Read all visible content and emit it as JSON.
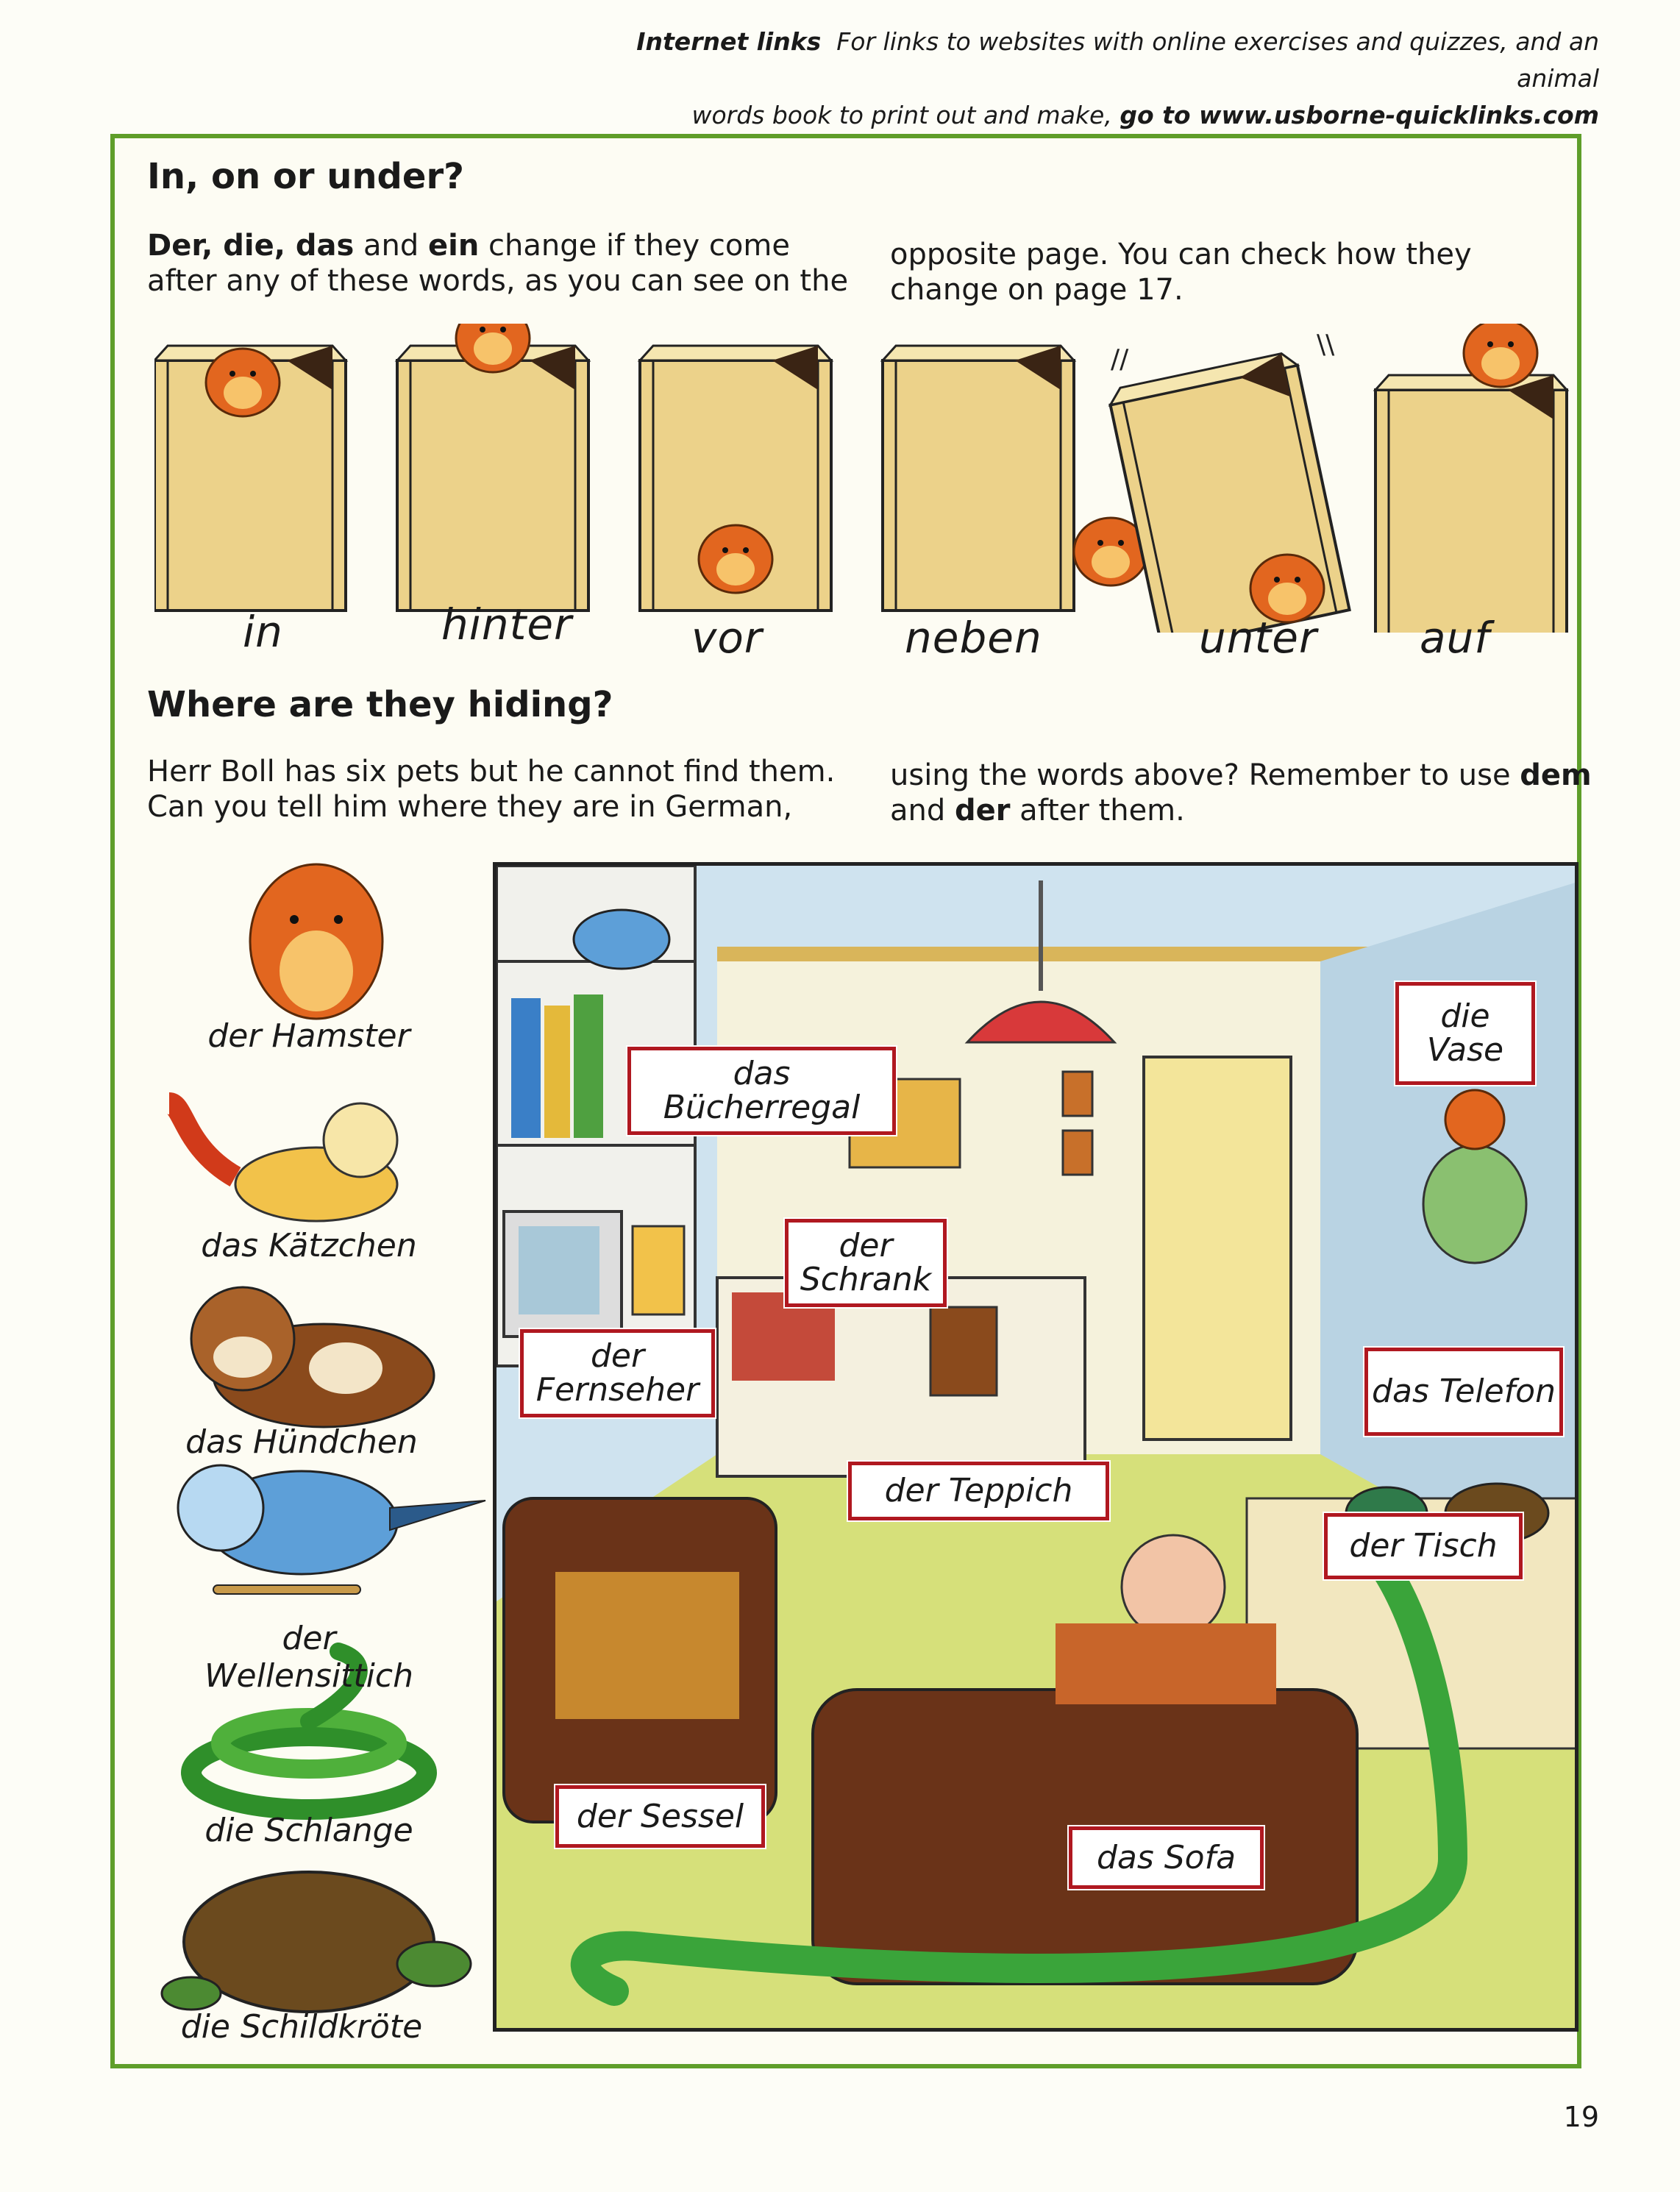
{
  "header": {
    "label": "Internet links",
    "line1": "For links to websites with online exercises and quizzes, and an animal",
    "line2": "words book to print out and make,",
    "line2_bold": "go to www.usborne-quicklinks.com"
  },
  "section1": {
    "title": "In, on or under?",
    "para_left_b1": "Der, die, das",
    "para_left_t1": " and ",
    "para_left_b2": "ein",
    "para_left_t2": " change if they come after any of these words, as you can see on the",
    "para_right": "opposite page. You can check how they change on page 17."
  },
  "prepositions": [
    "in",
    "hinter",
    "vor",
    "neben",
    "unter",
    "auf"
  ],
  "section2": {
    "title": "Where are they hiding?",
    "para_left": "Herr Boll has six pets but he cannot find them. Can you tell him where they are in German,",
    "para_right_t1": "using the words above? Remember to use ",
    "para_right_b1": "dem",
    "para_right_t2": " and ",
    "para_right_b2": "der",
    "para_right_t3": " after them."
  },
  "pets": [
    "der Hamster",
    "das Kätzchen",
    "das Hündchen",
    "der Wellensittich",
    "die Schlange",
    "die Schildkröte"
  ],
  "scene_labels": {
    "bookshelf": "das Bücherregal",
    "vase": "die Vase",
    "cupboard": "der Schrank",
    "tv": "der Fernseher",
    "phone": "das Telefon",
    "carpet": "der Teppich",
    "table": "der Tisch",
    "armchair": "der Sessel",
    "sofa": "das Sofa"
  },
  "page_number": "19",
  "colors": {
    "frame_green": "#5f9e2a",
    "label_red": "#b01820",
    "box_tan": "#e8c974",
    "hamster": "#e2661f"
  }
}
